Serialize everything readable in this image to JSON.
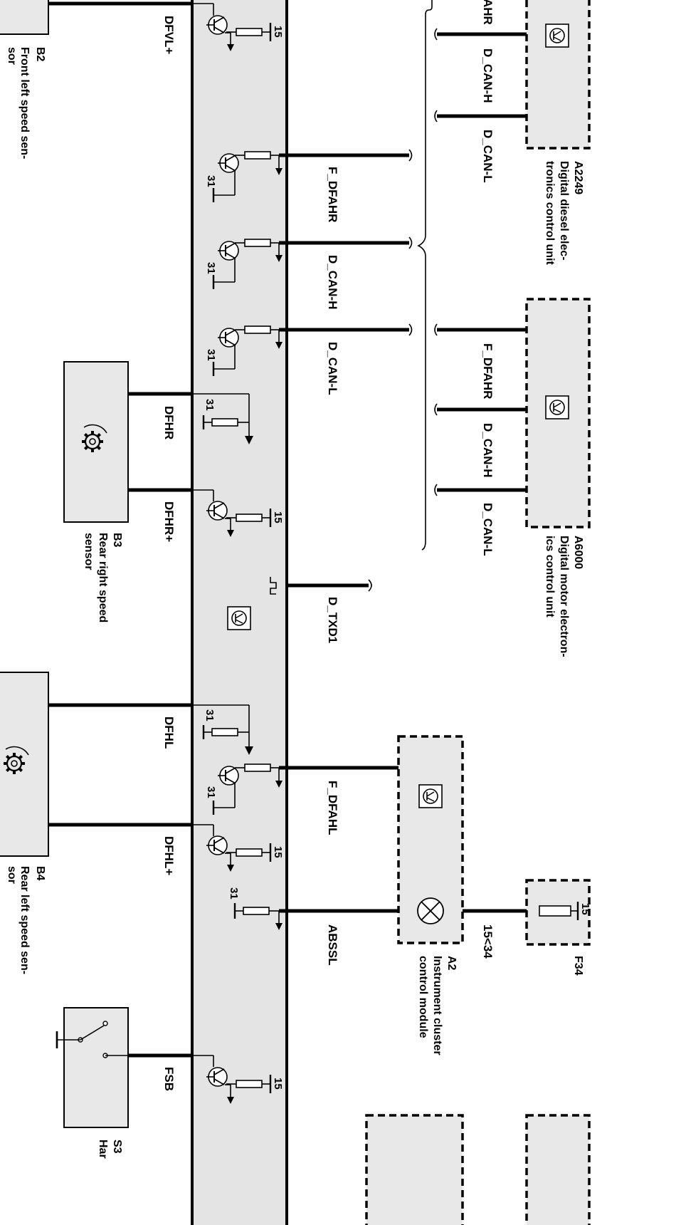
{
  "wires": [
    {
      "name": "DFVL+"
    },
    {
      "name": "F_DFAHR"
    },
    {
      "name": "D_CAN-H"
    },
    {
      "name": "D_CAN-L"
    },
    {
      "name": "DFHR"
    },
    {
      "name": "DFHR+"
    },
    {
      "name": "D_TXD1"
    },
    {
      "name": "DFHL"
    },
    {
      "name": "F_DFAHL"
    },
    {
      "name": "DFHL+"
    },
    {
      "name": "ABSSL"
    },
    {
      "name": "FSB"
    }
  ],
  "right_wires": {
    "a2249_top": "AHR",
    "a2249_can_h": "D_CAN-H",
    "a2249_can_l": "D_CAN-L",
    "a6000_fdfahr": "F_DFAHR",
    "a6000_can_h": "D_CAN-H",
    "a6000_can_l": "D_CAN-L",
    "cluster_supply": "15<34"
  },
  "terminals": {
    "t15": "15",
    "t31": "31"
  },
  "components": {
    "b2": {
      "id": "B2",
      "desc1": "Front left speed sen-",
      "desc2": "sor"
    },
    "b3": {
      "id": "B3",
      "desc1": "Rear right speed",
      "desc2": "sensor"
    },
    "b4": {
      "id": "B4",
      "desc1": "Rear left speed sen-",
      "desc2": "sor"
    },
    "s3": {
      "id": "S3",
      "desc1": "Har"
    },
    "a2249": {
      "id": "A2249",
      "desc1": "Digital diesel elec-",
      "desc2": "tronics control unit"
    },
    "a6000": {
      "id": "A6000",
      "desc1": "Digital motor electron-",
      "desc2": "ics control unit"
    },
    "a2": {
      "id": "A2",
      "desc1": "Instrument cluster",
      "desc2": "control module"
    },
    "f34": {
      "id": "F34"
    }
  },
  "colors": {
    "module_fill": "#e8e8e8",
    "line": "#000000"
  }
}
